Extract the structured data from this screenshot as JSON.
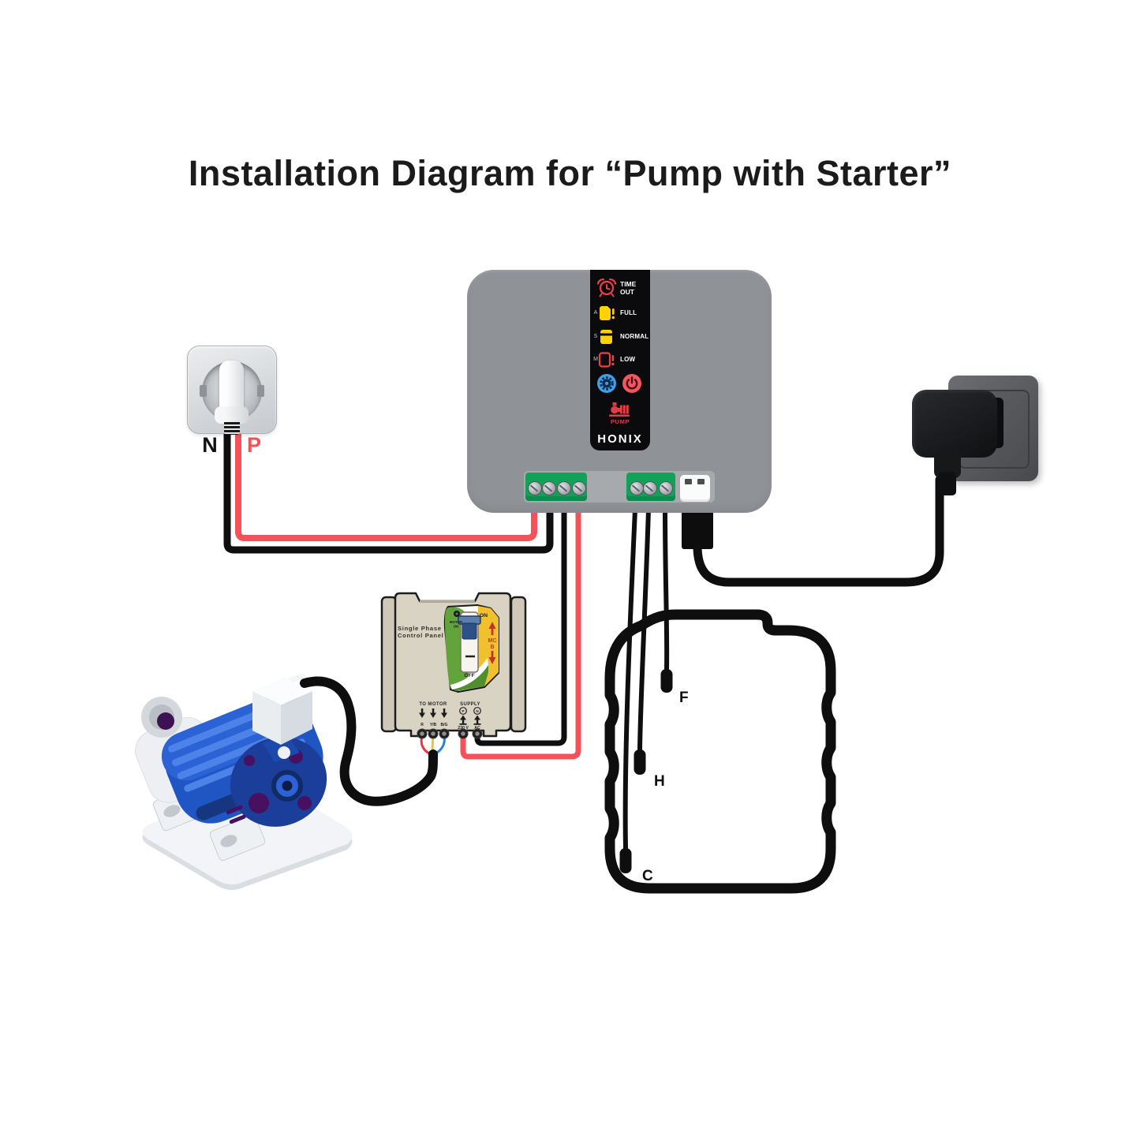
{
  "title": "Installation Diagram for “Pump with Starter”",
  "wall_socket_left": {
    "neutral": "N",
    "phase": "P"
  },
  "controller": {
    "brand": "HONIX",
    "rows": {
      "timeout": {
        "line1": "TIME",
        "line2": "OUT"
      },
      "full": {
        "prefix": "A",
        "label": "FULL"
      },
      "normal": {
        "prefix": "S",
        "label": "NORMAL"
      },
      "low": {
        "prefix": "M",
        "label": "LOW"
      },
      "pump": {
        "label": "PUMP"
      }
    }
  },
  "starter": {
    "title_line1": "Single Phase",
    "title_line2": "Control Panel",
    "mcb": {
      "on": "ON",
      "off": "OFF",
      "motor_line1": "MOTOR",
      "motor_line2": "ON",
      "label_line1": "MC",
      "label_line2": "B"
    },
    "to_motor": {
      "label": "TO MOTOR",
      "t1": "R",
      "t2": "Y/B",
      "t3": "B/G"
    },
    "supply": {
      "label": "SUPPLY",
      "p": "P",
      "n": "N",
      "volt": "230 V",
      "ac": "AC"
    }
  },
  "tank": {
    "sensor_f": "F",
    "sensor_h": "H",
    "sensor_c": "C"
  },
  "colors": {
    "wire_red": "#f4515a",
    "wire_black": "#0e0e0e",
    "controller_gray": "#8f9297",
    "terminal_green": "#12a159",
    "panel_black": "#0b0b0d",
    "indicator_yellow": "#ffd200",
    "indicator_red": "#ee404b",
    "button_blue": "#3f9fe8",
    "button_red": "#f2565e",
    "starter_beige": "#d9d3c4",
    "starter_green": "#63a33b",
    "starter_yellow": "#f0c12c",
    "mcb_red": "#c63326",
    "pump_blue": "#2055c4"
  }
}
